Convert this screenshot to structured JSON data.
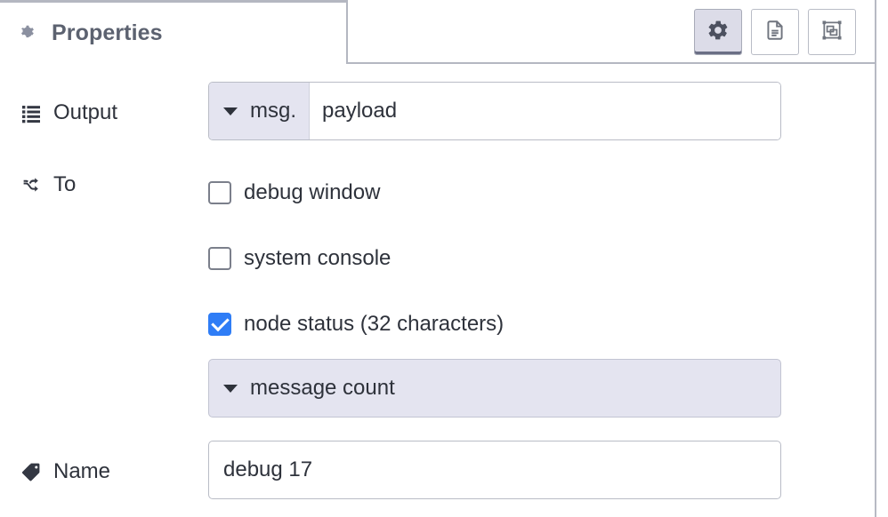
{
  "tab": {
    "label": "Properties",
    "icon": "gear-icon"
  },
  "header_buttons": [
    {
      "name": "properties-tab-button",
      "icon": "gear-icon",
      "active": true
    },
    {
      "name": "description-tab-button",
      "icon": "document-icon",
      "active": false
    },
    {
      "name": "appearance-tab-button",
      "icon": "appearance-icon",
      "active": false
    }
  ],
  "form": {
    "output": {
      "label": "Output",
      "icon": "list-icon",
      "prefix": "msg.",
      "value": "payload",
      "placeholder": ""
    },
    "to": {
      "label": "To",
      "icon": "shuffle-icon",
      "options": [
        {
          "label": "debug window",
          "checked": false
        },
        {
          "label": "system console",
          "checked": false
        },
        {
          "label": "node status (32 characters)",
          "checked": true
        }
      ],
      "status_select": "message count"
    },
    "name": {
      "label": "Name",
      "icon": "tag-icon",
      "value": "debug 17",
      "placeholder": "Name"
    }
  },
  "colors": {
    "accent_checked": "#2f7df6",
    "field_prefix_bg": "#e4e4f0",
    "border": "#b9bcc6",
    "tab_text": "#5c6270",
    "text": "#2e323b"
  }
}
